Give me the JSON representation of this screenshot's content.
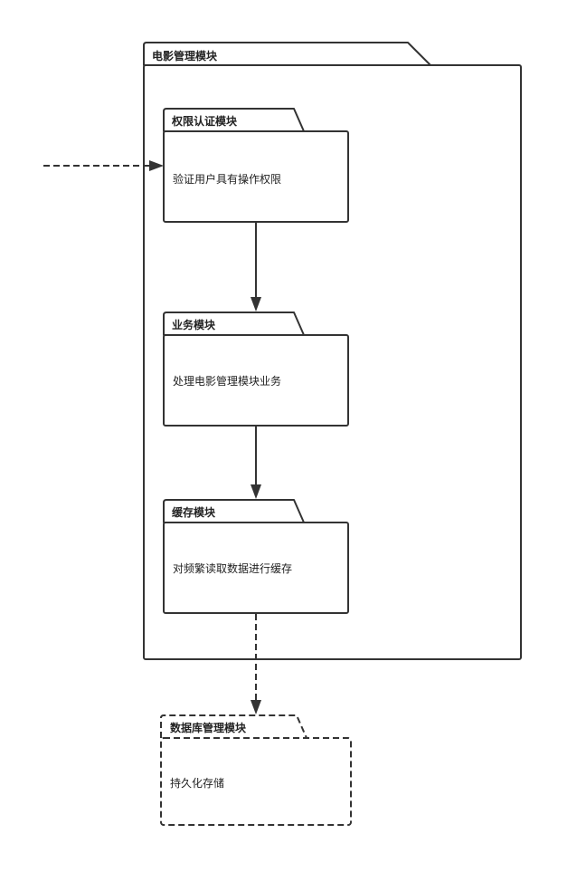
{
  "diagram": {
    "outer_package": {
      "title": "电影管理模块"
    },
    "packages": [
      {
        "id": "auth",
        "title": "权限认证模块",
        "body": "验证用户具有操作权限"
      },
      {
        "id": "business",
        "title": "业务模块",
        "body": "处理电影管理模块业务"
      },
      {
        "id": "cache",
        "title": "缓存模块",
        "body": "对频繁读取数据进行缓存"
      }
    ],
    "external_package": {
      "title": "数据库管理模块",
      "body": "持久化存储"
    }
  },
  "colors": {
    "stroke": "#333333",
    "text": "#222222",
    "background": "#ffffff"
  }
}
